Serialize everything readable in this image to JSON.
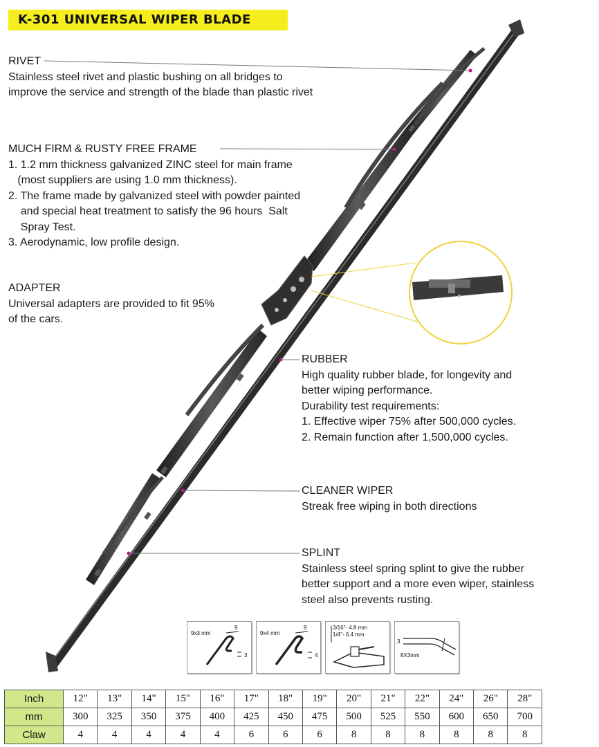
{
  "title": "K-301 UNIVERSAL WIPER BLADE",
  "sections": {
    "rivet": {
      "heading": "RIVET",
      "lines": [
        "Stainless steel rivet and plastic bushing on all bridges to",
        "improve the service and strength of the blade than plastic rivet"
      ]
    },
    "frame": {
      "heading": "MUCH FIRM & RUSTY FREE FRAME",
      "lines": [
        "1. 1.2 mm thickness galvanized ZINC steel for main frame",
        "   (most suppliers are using 1.0 mm thickness).",
        "2. The frame made by galvanized steel with powder painted",
        "    and special heat treatment to satisfy the 96 hours  Salt",
        "    Spray Test.",
        "3. Aerodynamic, low profile design."
      ]
    },
    "adapter": {
      "heading": "ADAPTER",
      "lines": [
        "Universal adapters are provided to fit 95%",
        "of the cars."
      ]
    },
    "rubber": {
      "heading": "RUBBER",
      "lines": [
        "High quality rubber blade, for longevity and",
        "better wiping performance.",
        "Durability test requirements:",
        "1. Effective wiper 75% after 500,000 cycles.",
        "2. Remain function after 1,500,000 cycles."
      ]
    },
    "cleaner": {
      "heading": "CLEANER WIPER",
      "lines": [
        "Streak free wiping in both directions"
      ]
    },
    "splint": {
      "heading": "SPLINT",
      "lines": [
        "Stainless steel spring splint to give the rubber",
        "better support and a more even wiper, stainless",
        "steel  also prevents rusting."
      ]
    }
  },
  "adapter_diagrams": [
    {
      "name": "9x3 hook",
      "label": "9x3 mm",
      "top_value": "9",
      "side_value": "3"
    },
    {
      "name": "9x4 hook",
      "label": "9x4 mm",
      "top_value": "9",
      "side_value": "4"
    },
    {
      "name": "pin adapter",
      "label_a": "3/16\"- 4.8 mm",
      "label_b": "1/4\"- 6.4 mm"
    },
    {
      "name": "bayonet",
      "label": "8X3mm",
      "side_value": "3"
    }
  ],
  "size_table": {
    "row_headers": [
      "Inch",
      "mm",
      "Claw"
    ],
    "inch": [
      "12\"",
      "13\"",
      "14\"",
      "15\"",
      "16\"",
      "17\"",
      "18\"",
      "19\"",
      "20\"",
      "21\"",
      "22\"",
      "24\"",
      "26\"",
      "28\""
    ],
    "mm": [
      "300",
      "325",
      "350",
      "375",
      "400",
      "425",
      "450",
      "475",
      "500",
      "525",
      "550",
      "600",
      "650",
      "700"
    ],
    "claw": [
      "4",
      "4",
      "4",
      "4",
      "4",
      "6",
      "6",
      "6",
      "8",
      "8",
      "8",
      "8",
      "8",
      "8"
    ]
  },
  "colors": {
    "title_bar": "#f5ee1c",
    "table_header": "#d2e68a",
    "blade": "#3a3a3a",
    "callout_dot": "#c0108a",
    "zoom_circle_border": "#f0d23a"
  }
}
